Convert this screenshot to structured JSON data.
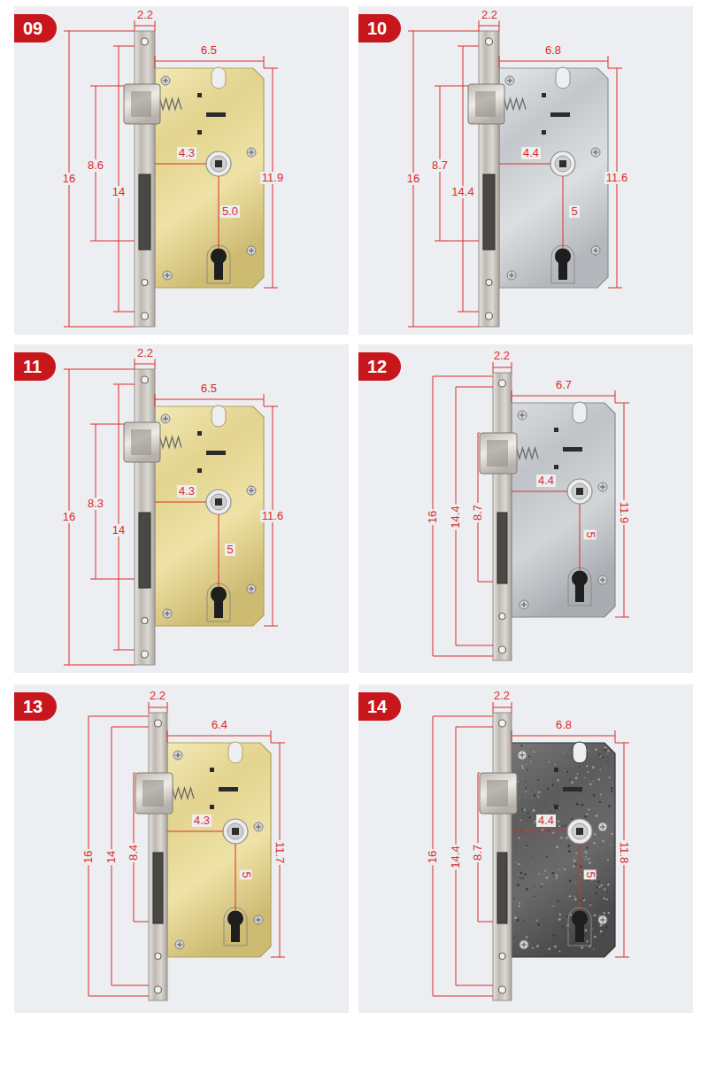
{
  "diagram": {
    "nodes": [
      {
        "text": [
          "09"
        ]
      },
      {
        "text": [
          "10"
        ]
      },
      {
        "text": [
          "11"
        ]
      },
      {
        "text": [
          "12"
        ]
      },
      {
        "text": [
          "13"
        ]
      },
      {
        "text": [
          "14"
        ]
      }
    ],
    "labels": [
      "2.2",
      "6.5",
      "16",
      "14",
      "8.6",
      "4.3",
      "5.0",
      "11.9",
      "2.2",
      "6.8",
      "16",
      "14.4",
      "8.7",
      "4.4",
      "5",
      "11.6",
      "2.2",
      "6.5",
      "16",
      "14",
      "8.3",
      "4.3",
      "5",
      "11.6",
      "2.2",
      "6.7",
      "16",
      "14.4",
      "8.7",
      "4.4",
      "5",
      "11.9",
      "2.2",
      "6.4",
      "16",
      "14",
      "8.4",
      "4.3",
      "5",
      "11.7",
      "2.2",
      "6.8",
      "16",
      "14.4",
      "8.7",
      "4.4",
      "5",
      "11.8"
    ]
  }
}
